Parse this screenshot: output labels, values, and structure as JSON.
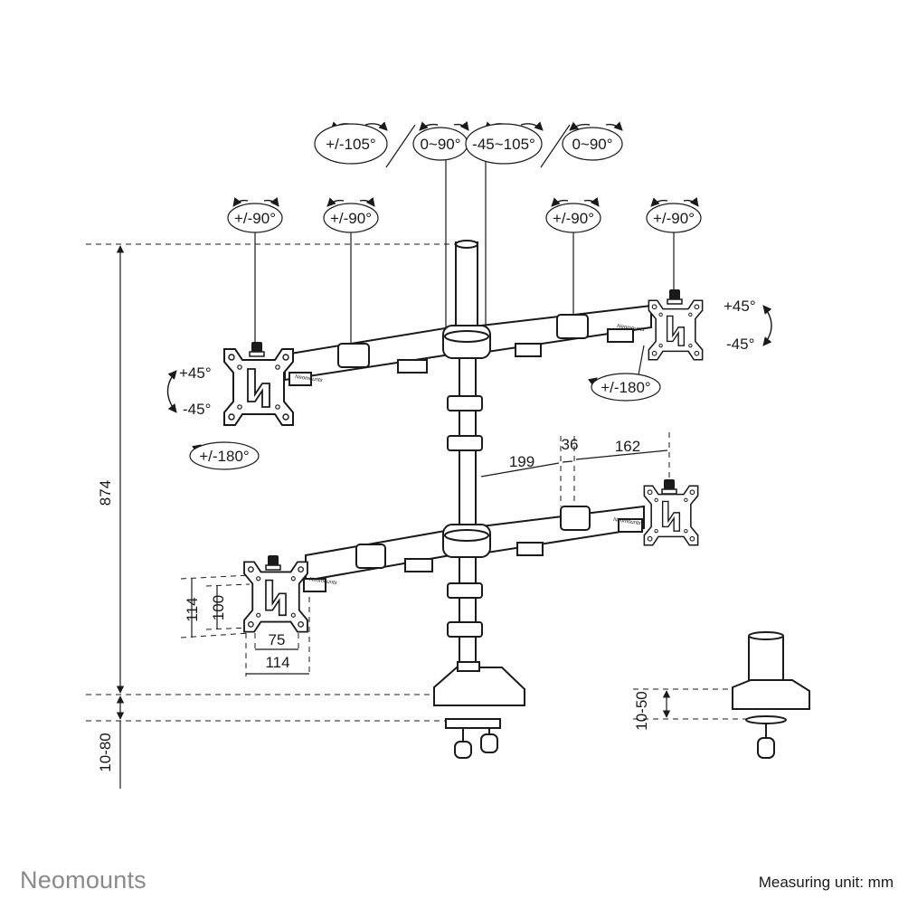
{
  "brand": {
    "name": "Neomounts"
  },
  "footer": {
    "unit_note": "Measuring unit: mm"
  },
  "rotations": {
    "top": [
      "+/-105°",
      "0~90°",
      "-45~105°",
      "0~90°"
    ],
    "joints": [
      "+/-90°",
      "+/-90°",
      "+/-90°",
      "+/-90°"
    ],
    "tilt_left": {
      "up": "+45°",
      "down": "-45°"
    },
    "tilt_right": {
      "up": "+45°",
      "down": "-45°"
    },
    "swivel_left": "+/-180°",
    "swivel_right": "+/-180°"
  },
  "dimensions": {
    "height_total": "874",
    "clamp_range": "10-80",
    "arm_199": "199",
    "arm_36": "36",
    "arm_162": "162",
    "vesa_v_114": "114",
    "vesa_v_100": "100",
    "vesa_h_75": "75",
    "vesa_h_114": "114",
    "grommet_range": "10-50"
  },
  "plate_brand": "Neomounts"
}
